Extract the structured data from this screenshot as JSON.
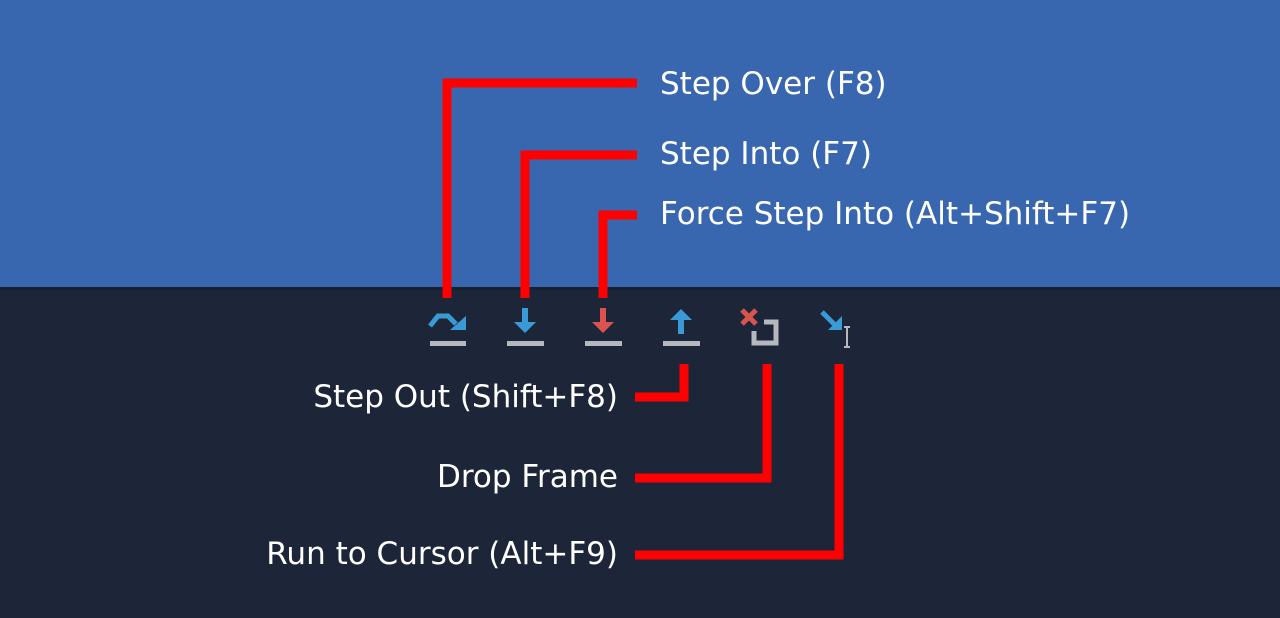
{
  "colors": {
    "top_background": "#3867b0",
    "toolbar_background": "#1d2638",
    "leader_line": "#ff0000",
    "label_text": "#ffffff",
    "icon_blue": "#3a9ad6",
    "icon_red": "#d9534f",
    "icon_gray": "#b5b8bd"
  },
  "toolbar": {
    "buttons": [
      {
        "id": "step-over",
        "icon": "step-over-icon"
      },
      {
        "id": "step-into",
        "icon": "step-into-icon"
      },
      {
        "id": "force-step-into",
        "icon": "force-step-into-icon"
      },
      {
        "id": "step-out",
        "icon": "step-out-icon"
      },
      {
        "id": "drop-frame",
        "icon": "drop-frame-icon"
      },
      {
        "id": "run-to-cursor",
        "icon": "run-to-cursor-icon"
      }
    ]
  },
  "callouts": {
    "step_over": "Step Over (F8)",
    "step_into": "Step Into (F7)",
    "force_step_into": "Force Step Into (Alt+Shift+F7)",
    "step_out": "Step Out (Shift+F8)",
    "drop_frame": "Drop Frame",
    "run_to_cursor": "Run to Cursor (Alt+F9)"
  }
}
